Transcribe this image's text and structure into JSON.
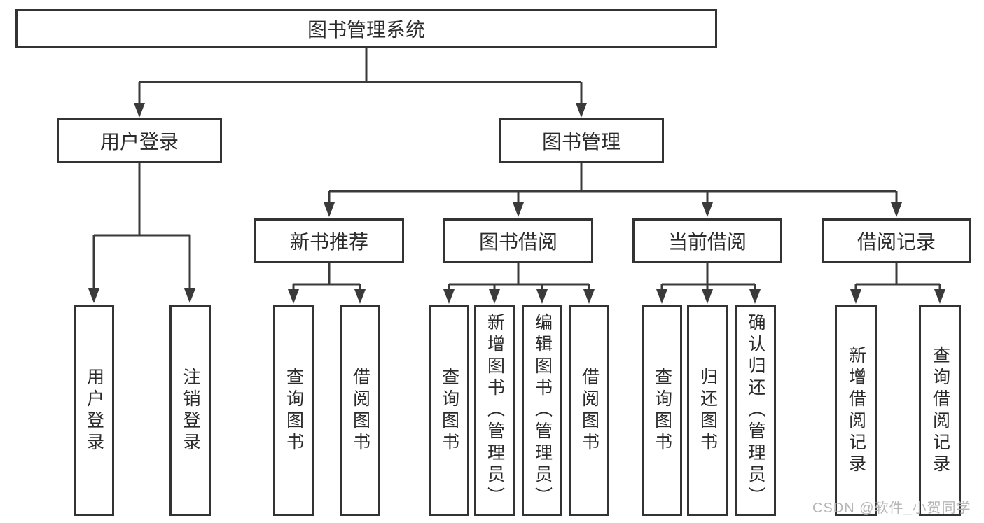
{
  "diagram": {
    "type": "tree",
    "root": {
      "label": "图书管理系统"
    },
    "level2": [
      {
        "label": "用户登录"
      },
      {
        "label": "图书管理"
      }
    ],
    "level3": [
      {
        "label": "新书推荐",
        "parent": "图书管理"
      },
      {
        "label": "图书借阅",
        "parent": "图书管理"
      },
      {
        "label": "当前借阅",
        "parent": "图书管理"
      },
      {
        "label": "借阅记录",
        "parent": "图书管理"
      }
    ],
    "leaves": [
      {
        "label": "用户登录",
        "parent": "用户登录"
      },
      {
        "label": "注销登录",
        "parent": "用户登录"
      },
      {
        "label": "查询图书",
        "parent": "新书推荐"
      },
      {
        "label": "借阅图书",
        "parent": "新书推荐"
      },
      {
        "label": "查询图书",
        "parent": "图书借阅"
      },
      {
        "label": "新增图书（管理员）",
        "parent": "图书借阅"
      },
      {
        "label": "编辑图书（管理员）",
        "parent": "图书借阅"
      },
      {
        "label": "借阅图书",
        "parent": "图书借阅"
      },
      {
        "label": "查询图书",
        "parent": "当前借阅"
      },
      {
        "label": "归还图书",
        "parent": "当前借阅"
      },
      {
        "label": "确认归还（管理员）",
        "parent": "当前借阅"
      },
      {
        "label": "新增借阅记录",
        "parent": "借阅记录"
      },
      {
        "label": "查询借阅记录",
        "parent": "借阅记录"
      }
    ]
  },
  "watermark": {
    "text": "CSDN @软件_小贺同学"
  },
  "colors": {
    "background": "#ffffff",
    "box_border": "#333333",
    "connector": "#3a3a3a",
    "text": "#2b2b2b",
    "watermark": "#b2b2b2"
  }
}
